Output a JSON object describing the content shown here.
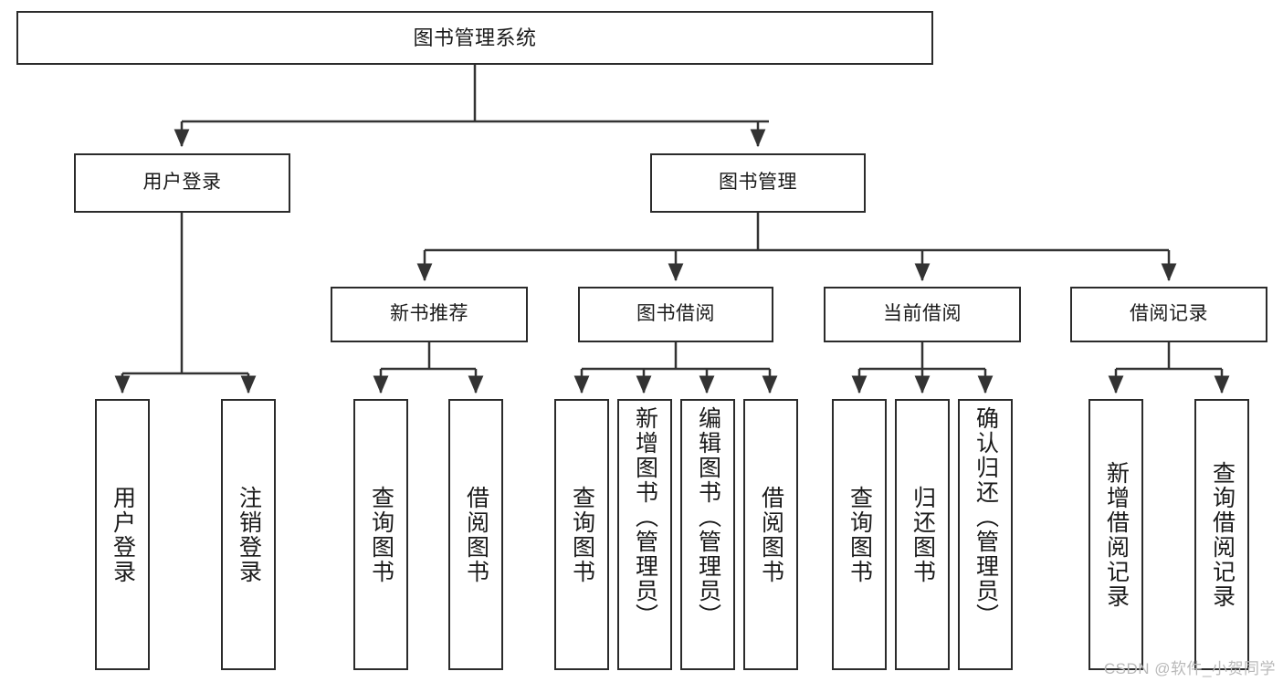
{
  "diagram": {
    "title": "图书管理系统",
    "type": "tree-hierarchy-chart",
    "watermark": "CSDN @软件_小贺同学",
    "colors": {
      "box_border": "#2b2b2b",
      "box_fill": "#ffffff",
      "edge": "#333333",
      "text": "#1a1a1a",
      "watermark": "#b9b9b9"
    }
  },
  "root": {
    "label": "图书管理系统"
  },
  "level2": [
    {
      "label": "用户登录"
    },
    {
      "label": "图书管理"
    }
  ],
  "level3": [
    {
      "label": "新书推荐"
    },
    {
      "label": "图书借阅"
    },
    {
      "label": "当前借阅"
    },
    {
      "label": "借阅记录"
    }
  ],
  "leaves": {
    "user_login": [
      {
        "label": "用户登录"
      },
      {
        "label": "注销登录"
      }
    ],
    "new_book_recommend": [
      {
        "label": "查询图书"
      },
      {
        "label": "借阅图书"
      }
    ],
    "book_borrow": [
      {
        "label": "查询图书"
      },
      {
        "label": "新增图书（管理员）"
      },
      {
        "label": "编辑图书（管理员）"
      },
      {
        "label": "借阅图书"
      }
    ],
    "current_borrow": [
      {
        "label": "查询图书"
      },
      {
        "label": "归还图书"
      },
      {
        "label": "确认归还（管理员）"
      }
    ],
    "borrow_record": [
      {
        "label": "新增借阅记录"
      },
      {
        "label": "查询借阅记录"
      }
    ]
  }
}
